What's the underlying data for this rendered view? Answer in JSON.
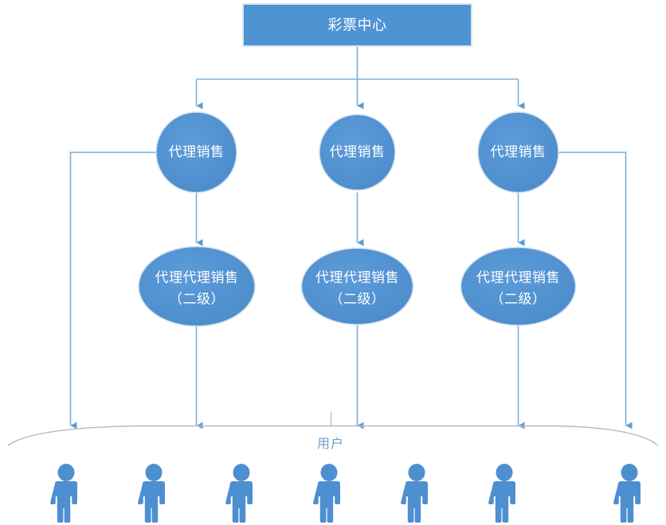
{
  "diagram": {
    "type": "hierarchy-tree",
    "colors": {
      "node_fill": "#4e90cf",
      "node_fill_alt": "#5191d1",
      "node_border": "#cfe0f0",
      "connector": "#7aadd8",
      "bracket": "#b8b8b8",
      "person_icon": "#4e8fd0",
      "users_text": "#6e9ec9",
      "node_text": "#ffffff",
      "background": "#ffffff"
    },
    "root": {
      "label": "彩票中心",
      "shape": "rectangle"
    },
    "level1": {
      "shape": "circle",
      "nodes": [
        {
          "label": "代理销售"
        },
        {
          "label": "代理销售"
        },
        {
          "label": "代理销售"
        }
      ]
    },
    "level2": {
      "shape": "ellipse",
      "nodes": [
        {
          "line1": "代理代理销售",
          "line2": "（二级）"
        },
        {
          "line1": "代理代理销售",
          "line2": "（二级）"
        },
        {
          "line1": "代理代理销售",
          "line2": "（二级）"
        }
      ]
    },
    "users": {
      "label": "用户",
      "icon_name": "person-icon",
      "count": 7
    }
  }
}
